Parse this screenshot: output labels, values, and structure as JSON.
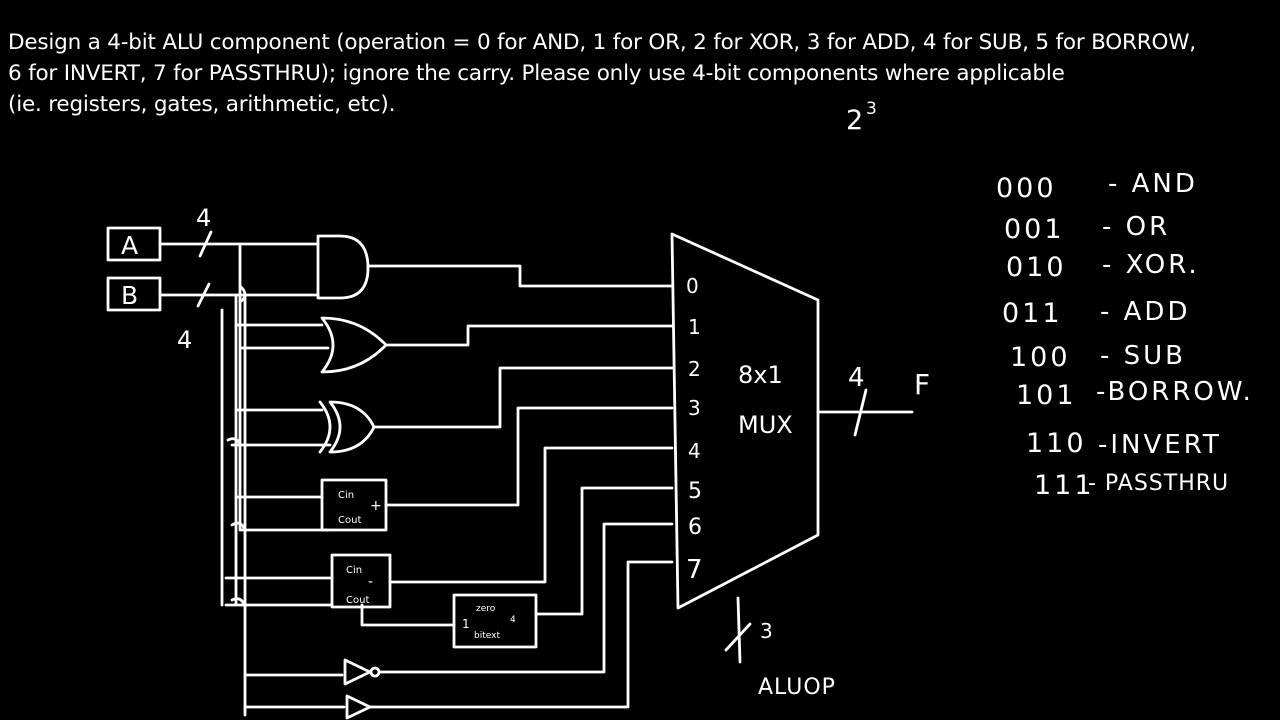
{
  "prompt": {
    "line1": "Design a 4-bit ALU component (operation = 0 for AND, 1 for OR, 2 for XOR, 3 for ADD, 4 for SUB, 5 for BORROW,",
    "line2": "6 for INVERT, 7 for PASSTHRU); ignore the carry. Please only use 4-bit components where applicable",
    "line3": "(ie. registers, gates, arithmetic, etc)."
  },
  "power_note": {
    "base": "2",
    "exp": "3"
  },
  "inputs": {
    "a": "A",
    "b": "B",
    "a_width": "4",
    "b_width": "4"
  },
  "adder": {
    "cin": "Cin",
    "op": "+",
    "cout": "Cout"
  },
  "subtractor": {
    "cin": "Cin",
    "op": "-",
    "cout": "Cout"
  },
  "zero_ext": {
    "line1": "zero",
    "one": "1",
    "four": "4",
    "line2": "bitext"
  },
  "mux": {
    "line1": "8x1",
    "line2": "MUX",
    "inputs": [
      "0",
      "1",
      "2",
      "3",
      "4",
      "5",
      "6",
      "7"
    ]
  },
  "output": {
    "label": "F",
    "width": "4"
  },
  "select": {
    "width": "3",
    "label": "ALUOP"
  },
  "opcodes": [
    {
      "code": "000",
      "op": "- AND"
    },
    {
      "code": "001",
      "op": "- OR"
    },
    {
      "code": "010",
      "op": "- XOR."
    },
    {
      "code": "011",
      "op": "- ADD"
    },
    {
      "code": "100",
      "op": "- SUB"
    },
    {
      "code": "101",
      "op": "-BORROW."
    },
    {
      "code": "110",
      "op": "-INVERT"
    },
    {
      "code": "111",
      "op": "- PASSTHRU"
    }
  ]
}
